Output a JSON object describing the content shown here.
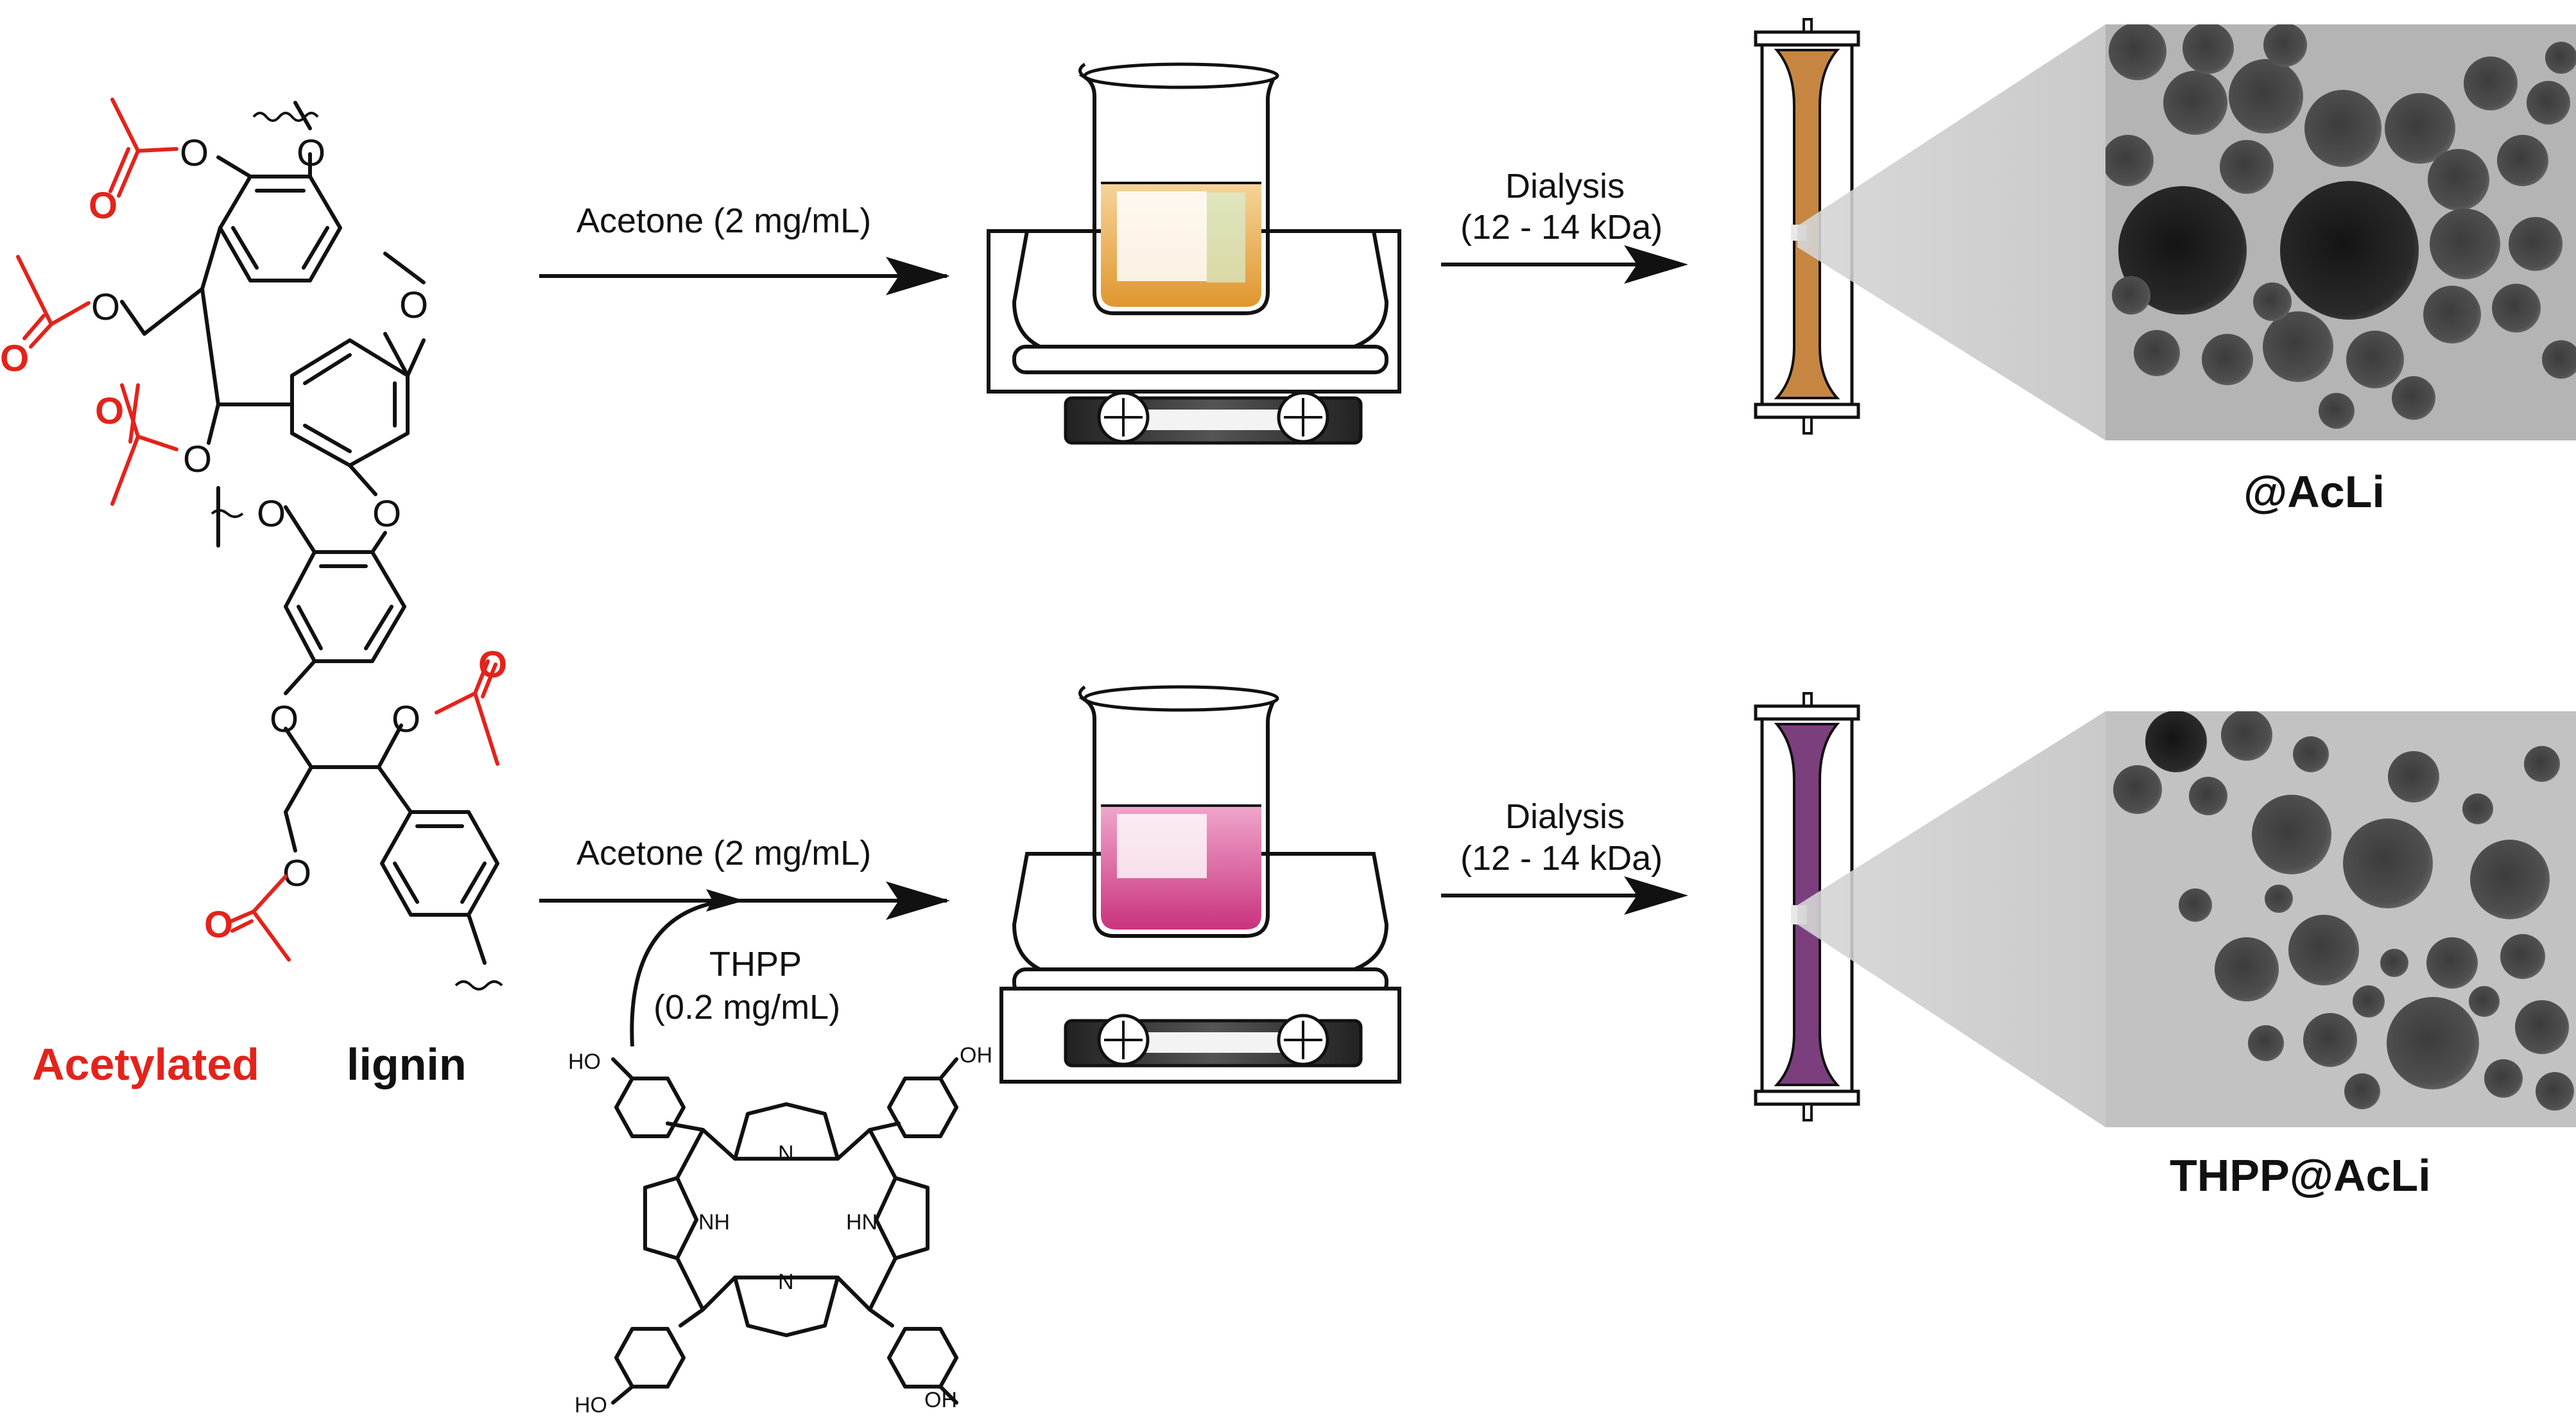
{
  "colors": {
    "red": "#e3231b",
    "ink": "#111111",
    "acli_fill": "#c68642",
    "thpp_fill": "#7b3f7e",
    "beaker_orange": "#e8a94a",
    "beaker_pink": "#d9559b",
    "tem_bg": "#b4b4b4",
    "particle": "#555555"
  },
  "lignin": {
    "caption_red": "Acetylated",
    "caption_black": "lignin",
    "atom_O": "O",
    "atom_O_carbonyl": "O"
  },
  "thpp_structure": {
    "ho_label": "HO",
    "oh_label": "OH",
    "nh_label": "NH",
    "hn_label": "HN",
    "n_label": "N"
  },
  "top_route": {
    "solvent_label": "Acetone (2 mg/mL)",
    "dialysis_title": "Dialysis",
    "dialysis_cutoff": "(12 - 14 kDa)",
    "product_label": "@AcLi"
  },
  "bottom_route": {
    "solvent_label": "Acetone (2 mg/mL)",
    "additive_name": "THPP",
    "additive_conc": "(0.2 mg/mL)",
    "dialysis_title": "Dialysis",
    "dialysis_cutoff": "(12 - 14 kDa)",
    "product_label": "THPP@AcLi"
  }
}
